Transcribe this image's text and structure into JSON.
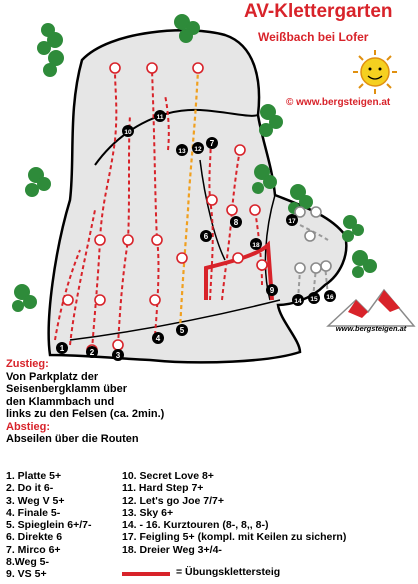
{
  "header": {
    "title": "AV-Klettergarten",
    "subtitle": "Weißbach bei Lofer",
    "website": "© www.bergsteigen.at"
  },
  "logo": {
    "text": "www.bergsteigen.at"
  },
  "info": {
    "zustieg_label": "Zustieg:",
    "zustieg_lines": [
      "Von Parkplatz der",
      "Seisenbergklamm über",
      "den Klammbach und",
      "links zu den Felsen (ca. 2min.)"
    ],
    "abstieg_label": "Abstieg:",
    "abstieg_text": "Abseilen über die Routen"
  },
  "routes_left": [
    "1. Platte 5+",
    "2. Do it   6-",
    "3. Weg V 5+",
    "4. Finale 5-",
    "5. Spieglein 6+/7-",
    "6. Direkte 6",
    "7. Mirco 6+",
    "8.Weg 5-",
    "9. VS 5+"
  ],
  "routes_right": [
    "10. Secret Love 8+",
    "11. Hard Step 7+",
    "12. Let's go Joe 7/7+",
    "13. Sky 6+",
    "14. - 16. Kurztouren (8-, 8,, 8-)",
    "17. Feigling 5+ (kompl. mit Keilen zu sichern)",
    "18. Dreier Weg 3+/4-"
  ],
  "legend_line_label": "= Übungsklettersteig",
  "map_labels": [
    "1",
    "2",
    "3",
    "4",
    "5",
    "6",
    "7",
    "8",
    "9",
    "10",
    "11",
    "12",
    "13",
    "14",
    "15",
    "16",
    "17",
    "18"
  ],
  "colors": {
    "accent_red": "#d8232a",
    "route_orange": "#f0a020",
    "rock": "#e6e6e6",
    "tree": "#2e8b3a",
    "sun": "#f5d020"
  }
}
